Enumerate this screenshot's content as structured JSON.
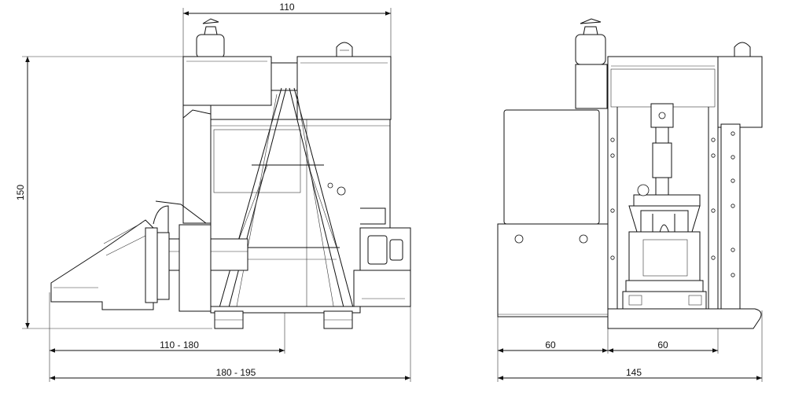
{
  "dimensions": {
    "left_top_width": "110",
    "left_height": "150",
    "left_partial_width": "110 - 180",
    "left_total_width": "180 - 195",
    "right_left_width": "60",
    "right_right_width": "60",
    "right_total_width": "145"
  }
}
